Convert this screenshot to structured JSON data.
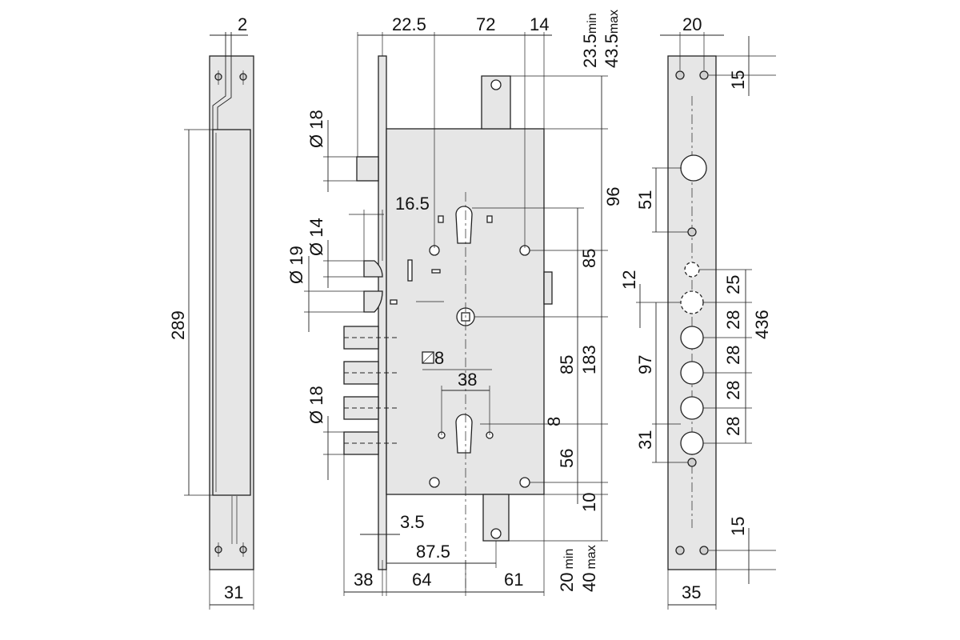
{
  "dimensions": {
    "edge_thickness": "2",
    "side_height": "289",
    "side_width": "31",
    "d_top_bolt": "Ø 18",
    "d_latch": "Ø 14",
    "d_latch_head": "Ø 19",
    "d_bolts": "Ø 18",
    "backset": "22.5",
    "follower_x": "72",
    "right_offset": "14",
    "strike_min": "23.5",
    "strike_min_suffix": "min",
    "strike_max": "43.5",
    "strike_max_suffix": "max",
    "latch_offset": "16.5",
    "v96": "96",
    "v85a": "85",
    "v85b": "85",
    "v183": "183",
    "v8": "8",
    "v56": "56",
    "v10": "10",
    "square": "8",
    "cyl_spacing": "38",
    "v3_5": "3.5",
    "v87_5": "87.5",
    "bottom_min": "20",
    "bottom_min_suffix": "min",
    "bottom_max": "40",
    "bottom_max_suffix": "max",
    "b38": "38",
    "b64": "64",
    "b61": "61",
    "plate_width_top": "20",
    "plate_top_15": "15",
    "plate_51": "51",
    "plate_12": "12",
    "plate_25": "25",
    "plate_28a": "28",
    "plate_28b": "28",
    "plate_28c": "28",
    "plate_28d": "28",
    "plate_436": "436",
    "plate_97": "97",
    "plate_31": "31",
    "plate_bottom_15": "15",
    "plate_width_bottom": "35"
  }
}
